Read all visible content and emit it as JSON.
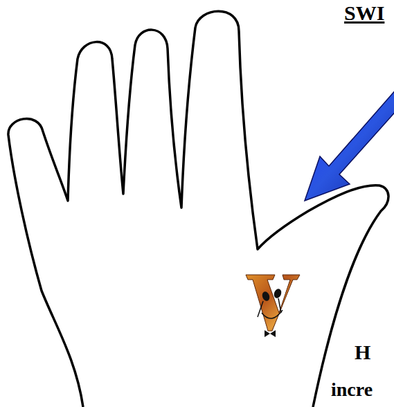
{
  "diagram": {
    "labels": [
      "SWI",
      "H",
      "incre"
    ]
  }
}
